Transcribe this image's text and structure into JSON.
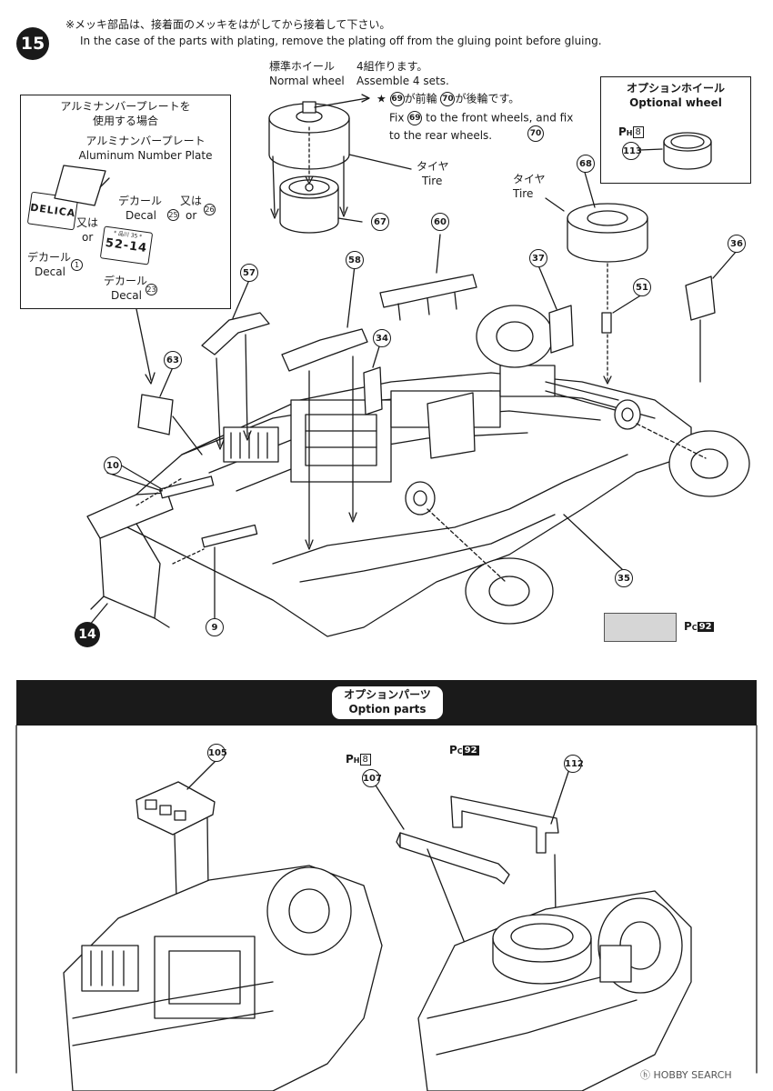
{
  "step": {
    "number": "15",
    "note_jp": "※メッキ部品は、接着面のメッキをはがしてから接着して下さい。",
    "note_en": "In the case of the parts with plating, remove the plating off from the gluing point before gluing."
  },
  "normal_wheel": {
    "title_jp": "標準ホイール",
    "title_en": "Normal wheel",
    "assemble_jp": "4組作ります。",
    "assemble_en": "Assemble 4 sets.",
    "front_rear_jp_a": "★",
    "front_rear_jp_b": "が前輪",
    "front_rear_jp_c": "が後輪です。",
    "front_part": "69",
    "rear_part": "70",
    "fix_en_a": "Fix",
    "fix_en_b": "to the front wheels, and fix",
    "fix_en_c": "to the rear wheels."
  },
  "optional_wheel": {
    "title_jp": "オプションホイール",
    "title_en": "Optional wheel",
    "paint_code": "8",
    "part": "113"
  },
  "plate_box": {
    "heading_jp_1": "アルミナンバープレートを",
    "heading_jp_2": "使用する場合",
    "plate_jp": "アルミナンバープレート",
    "plate_en": "Aluminum Number Plate",
    "decal_jp": "デカール",
    "decal_en": "Decal",
    "decal_25": "25",
    "or_jp": "又は",
    "or_en": "or",
    "decal_26": "26",
    "decal_1": "1",
    "decal_23": "23",
    "plate_logo": "DELICA",
    "plate_region": "* 品川 35 *",
    "plate_number": "52-14"
  },
  "tire_labels": {
    "tire_jp": "タイヤ",
    "tire_en": "Tire"
  },
  "callouts": {
    "p67": "67",
    "p68": "68",
    "p60": "60",
    "p37": "37",
    "p36": "36",
    "p57": "57",
    "p58": "58",
    "p51": "51",
    "p34": "34",
    "p63": "63",
    "p10": "10",
    "p35": "35",
    "p9": "9",
    "p14": "14"
  },
  "paint_swatch": {
    "code": "92"
  },
  "option_parts": {
    "title_jp": "オプションパーツ",
    "title_en": "Option parts",
    "p105": "105",
    "paint_h": "8",
    "paint_c": "92",
    "p107": "107",
    "p112": "112"
  },
  "watermark": {
    "text": "HOBBY SEARCH"
  }
}
